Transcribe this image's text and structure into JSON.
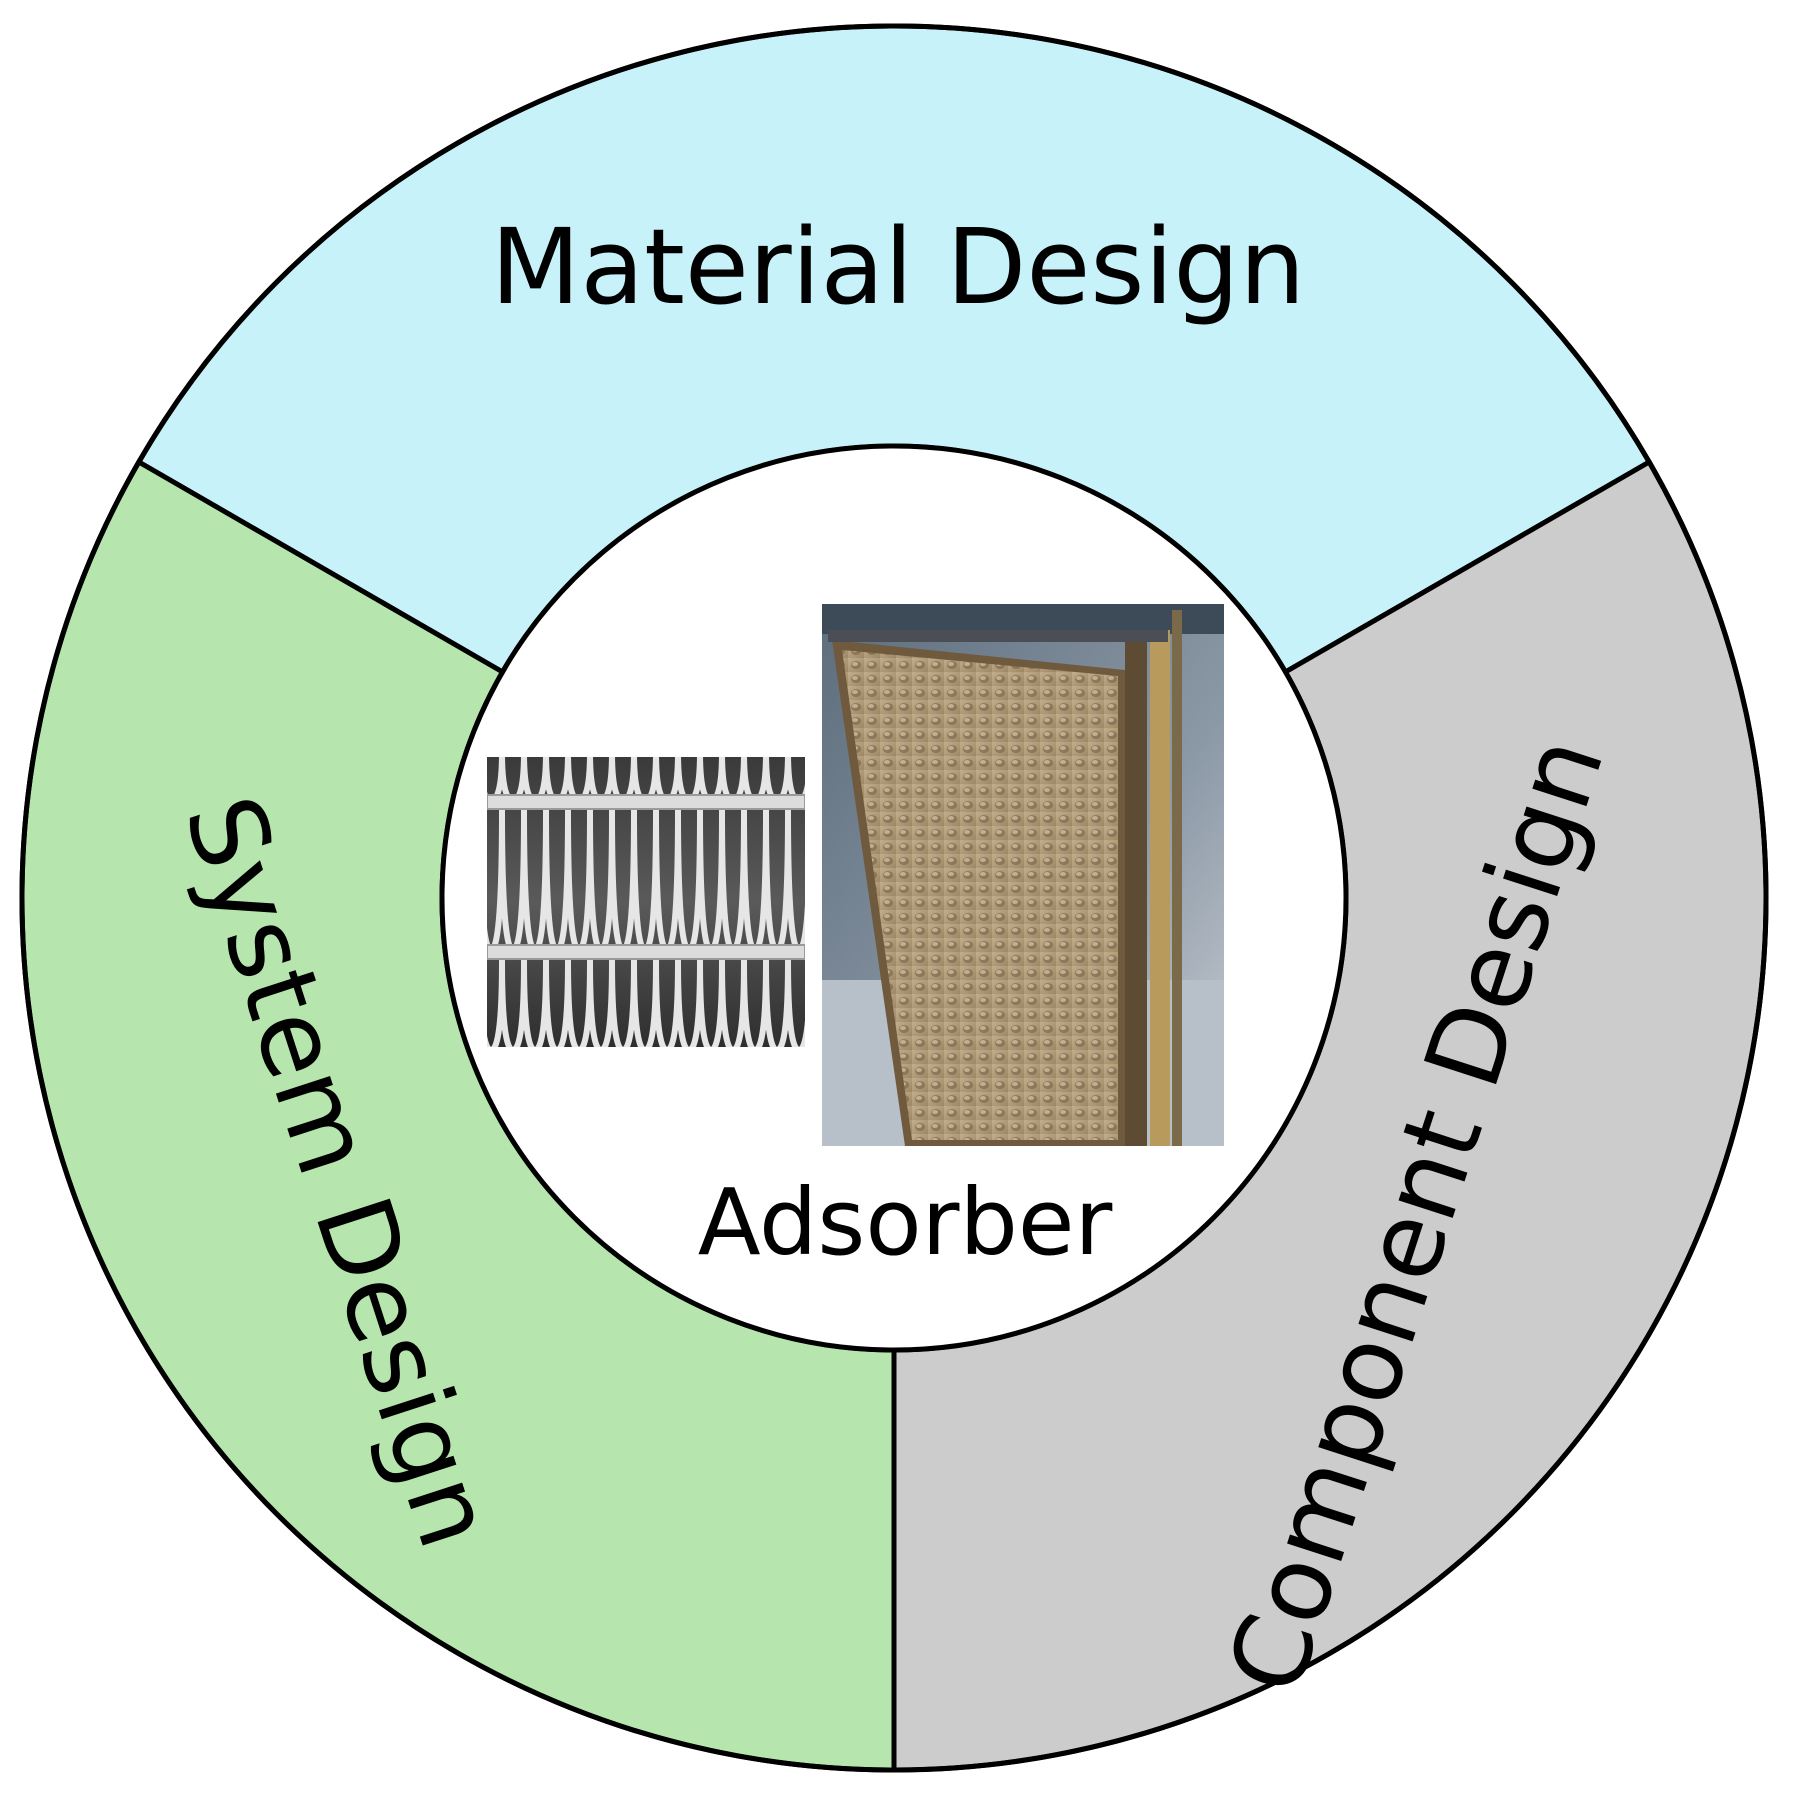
{
  "segments": {
    "top": {
      "label": "Material Design",
      "color": "#c8f2f9"
    },
    "left": {
      "label": "System Design",
      "color": "#b6e6ad"
    },
    "right": {
      "label": "Component Design",
      "color": "#cccccc"
    }
  },
  "center": {
    "label": "Adsorber",
    "color": "#ffffff",
    "images": [
      "corrugated-mesh-photo",
      "adsorber-module-photo"
    ]
  },
  "stroke_color": "#000000"
}
